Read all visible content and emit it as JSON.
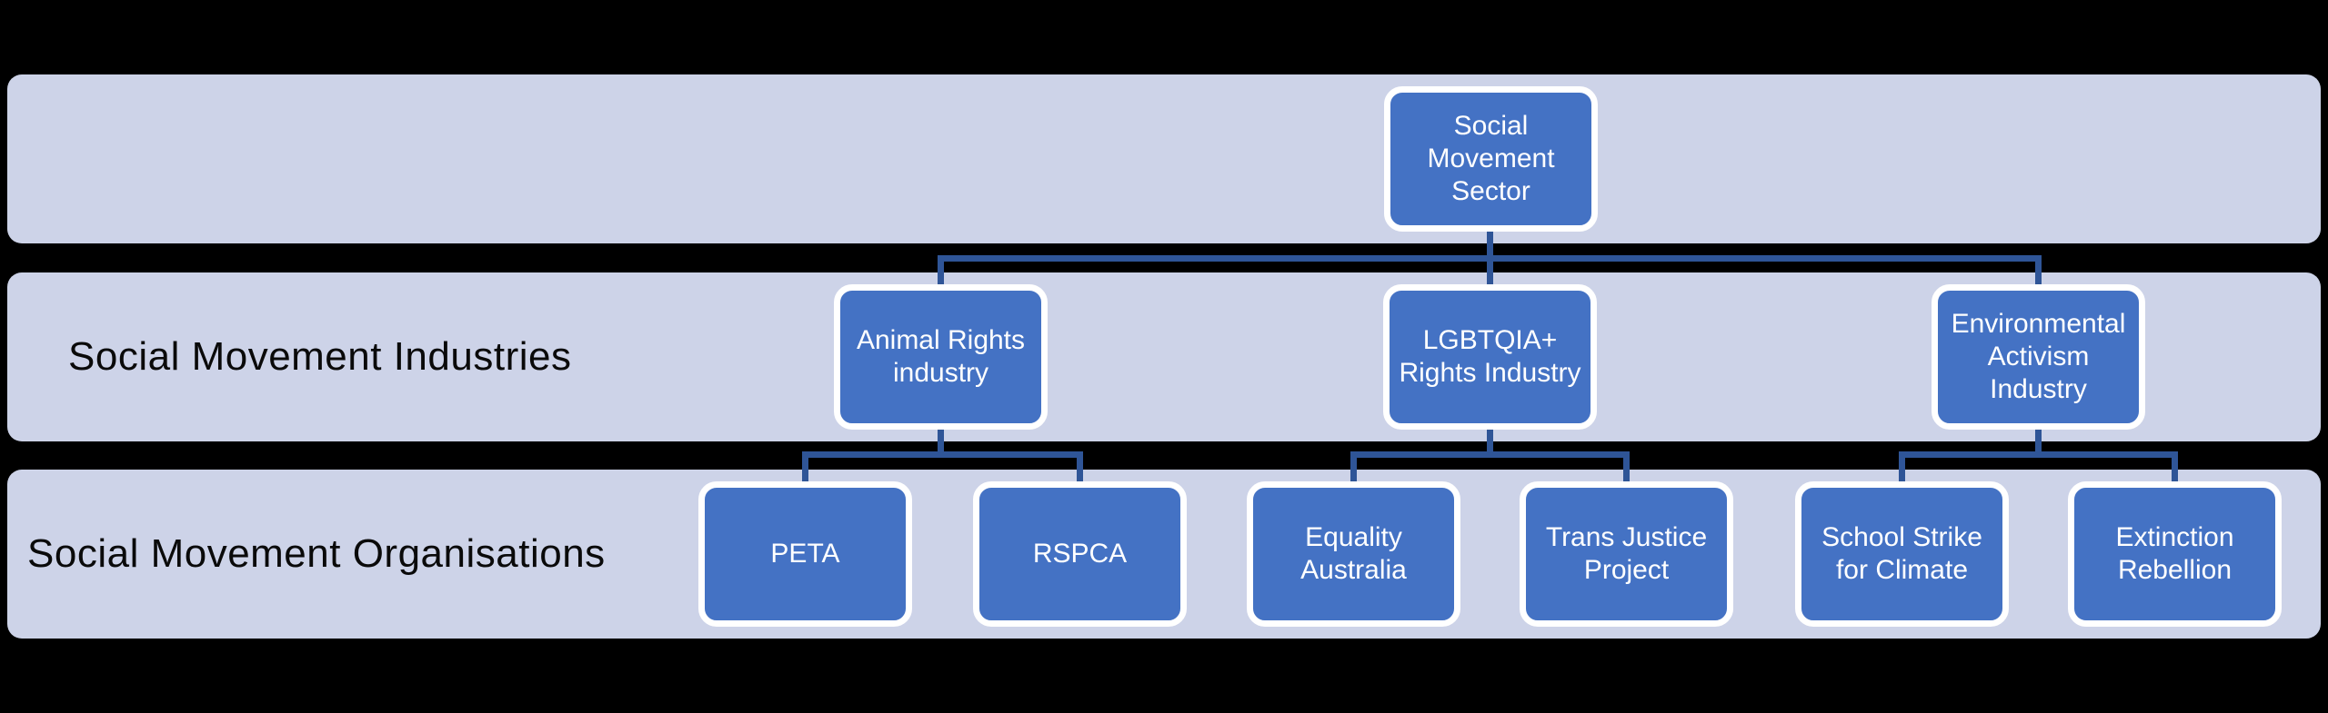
{
  "diagram_type": "org-chart",
  "colors": {
    "background": "#000000",
    "band_fill": "#CDD3E8",
    "band_label_color": "#0A0A0A",
    "node_fill": "#4472C4",
    "node_border": "#FFFFFF",
    "node_text_color": "#FFFFFF",
    "connector": "#2F5597"
  },
  "bands": {
    "sector": {
      "label": ""
    },
    "industries": {
      "label": "Social Movement Industries"
    },
    "organisations": {
      "label": "Social Movement Organisations"
    }
  },
  "nodes": {
    "sector": {
      "label": "Social\nMovement\nSector",
      "level": 1
    },
    "animal": {
      "label": "Animal Rights\nindustry",
      "level": 2
    },
    "lgbtqia": {
      "label": "LGBTQIA+\nRights Industry",
      "level": 2
    },
    "environmental": {
      "label": "Environmental\nActivism\nIndustry",
      "level": 2
    },
    "peta": {
      "label": "PETA",
      "level": 3
    },
    "rspca": {
      "label": "RSPCA",
      "level": 3
    },
    "equality": {
      "label": "Equality\nAustralia",
      "level": 3
    },
    "trans": {
      "label": "Trans Justice\nProject",
      "level": 3
    },
    "school": {
      "label": "School Strike\nfor Climate",
      "level": 3
    },
    "extinction": {
      "label": "Extinction\nRebellion",
      "level": 3
    }
  },
  "edges": [
    [
      "Social Movement Sector",
      "Animal Rights industry"
    ],
    [
      "Social Movement Sector",
      "LGBTQIA+ Rights Industry"
    ],
    [
      "Social Movement Sector",
      "Environmental Activism Industry"
    ],
    [
      "Animal Rights industry",
      "PETA"
    ],
    [
      "Animal Rights industry",
      "RSPCA"
    ],
    [
      "LGBTQIA+ Rights Industry",
      "Equality Australia"
    ],
    [
      "LGBTQIA+ Rights Industry",
      "Trans Justice Project"
    ],
    [
      "Environmental Activism Industry",
      "School Strike for Climate"
    ],
    [
      "Environmental Activism Industry",
      "Extinction Rebellion"
    ]
  ]
}
